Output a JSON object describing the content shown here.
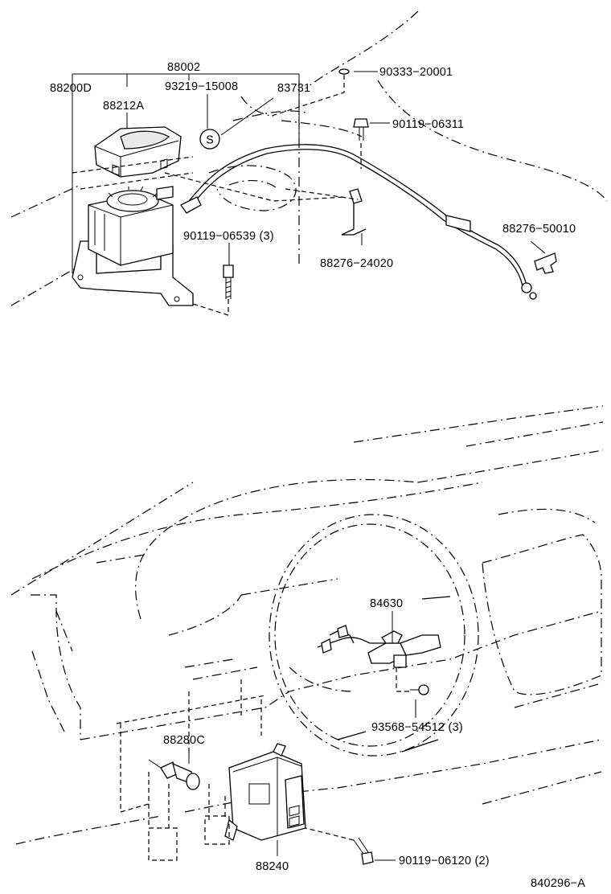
{
  "callouts": {
    "p88002": "88002",
    "p88200D": "88200D",
    "p88212A": "88212A",
    "p93219": "93219−15008",
    "p83731": "83731",
    "p90333": "90333−20001",
    "p90119_06311": "90119−06311",
    "symbol_s": "S",
    "p90119_06539": "90119−06539 (3)",
    "p88276_24020": "88276−24020",
    "p88276_50010": "88276−50010",
    "p84630": "84630",
    "p93568": "93568−54512 (3)",
    "p88280C": "88280C",
    "p88240": "88240",
    "p90119_06120": "90119−06120 (2)",
    "figure_id": "840296−A"
  }
}
